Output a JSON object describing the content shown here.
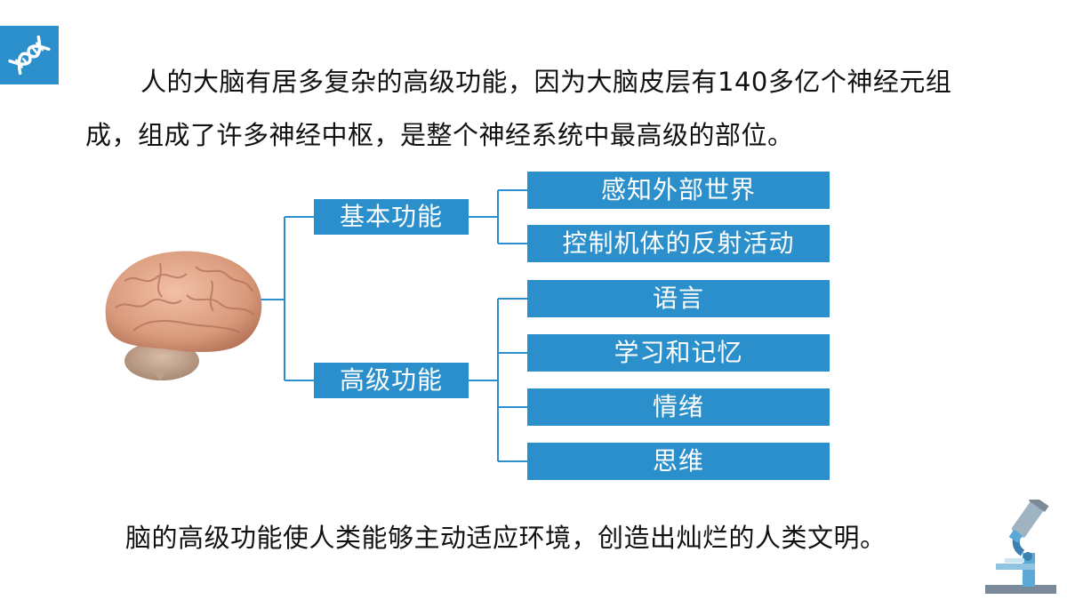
{
  "header": {
    "badge_icon": "dna-icon",
    "badge_color": "#2b8fcb"
  },
  "intro_text": "人的大脑有居多复杂的高级功能，因为大脑皮层有140多亿个神经元组成，组成了许多神经中枢，是整个神经系统中最高级的部位。",
  "diagram": {
    "accent_color": "#2b8fcb",
    "root_icon": "brain-icon",
    "branches": [
      {
        "label": "基本功能",
        "children": [
          "感知外部世界",
          "控制机体的反射活动"
        ]
      },
      {
        "label": "高级功能",
        "children": [
          "语言",
          "学习和记忆",
          "情绪",
          "思维"
        ]
      }
    ]
  },
  "outro_text": "脑的高级功能使人类能够主动适应环境，创造出灿烂的人类文明。",
  "decoration": {
    "corner_icon": "microscope-icon"
  }
}
